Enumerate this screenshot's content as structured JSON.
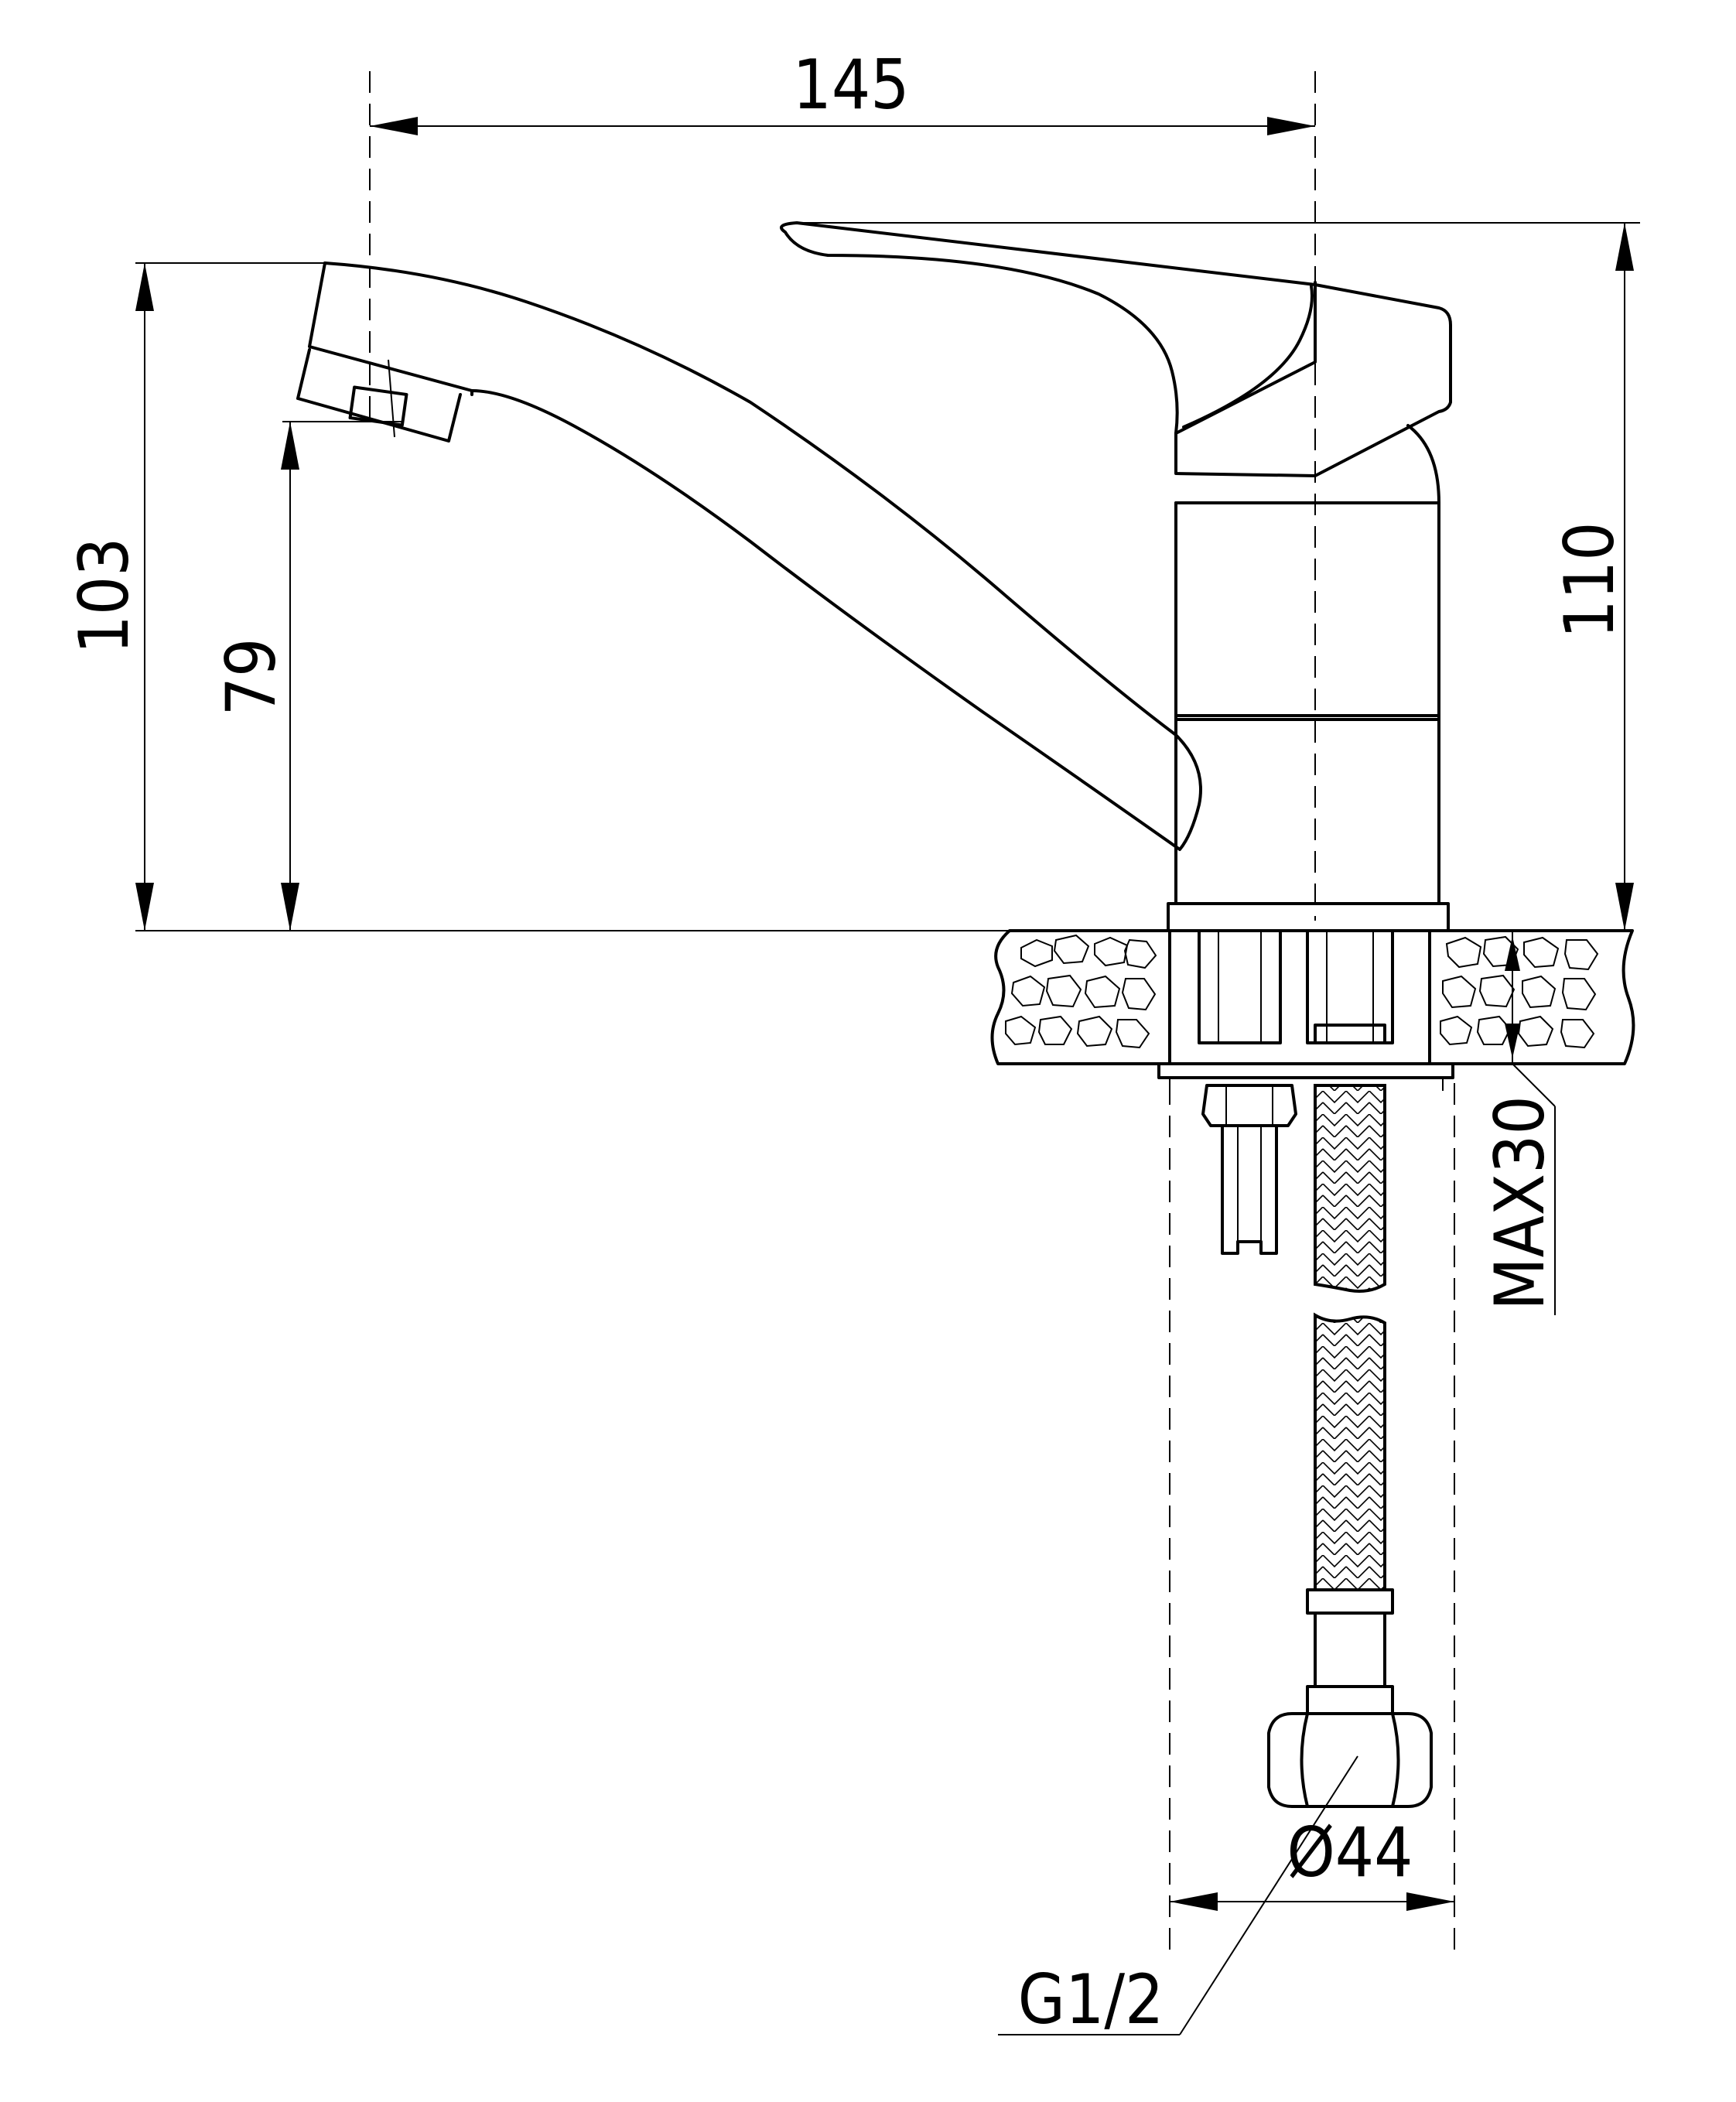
{
  "dimensions": {
    "width": "145",
    "height_total": "103",
    "height_spout": "79",
    "height_lever": "110",
    "max_thickness": "MAX30",
    "nut_diameter": "Ø44",
    "thread": "G1/2"
  }
}
